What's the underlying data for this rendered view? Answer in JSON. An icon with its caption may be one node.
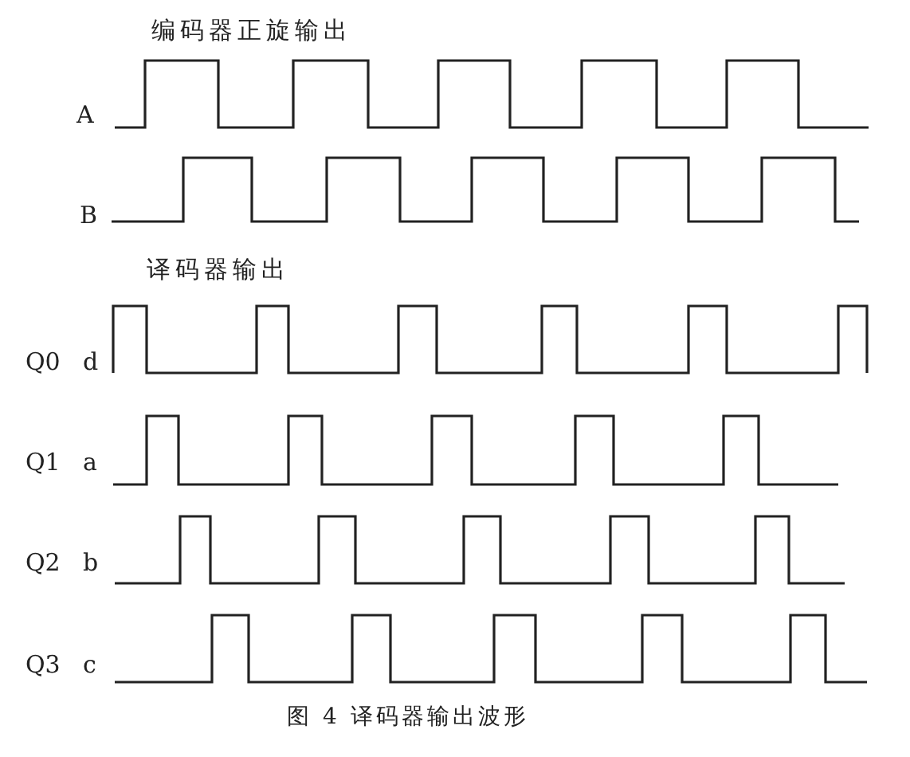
{
  "diagram": {
    "caption": "图 4 译码器输出波形",
    "labels": [
      "编码器正旋输出",
      "A",
      "B",
      "译码器输出",
      "Q0",
      "d",
      "Q1",
      "a",
      "Q2",
      "b",
      "Q3",
      "c"
    ]
  }
}
